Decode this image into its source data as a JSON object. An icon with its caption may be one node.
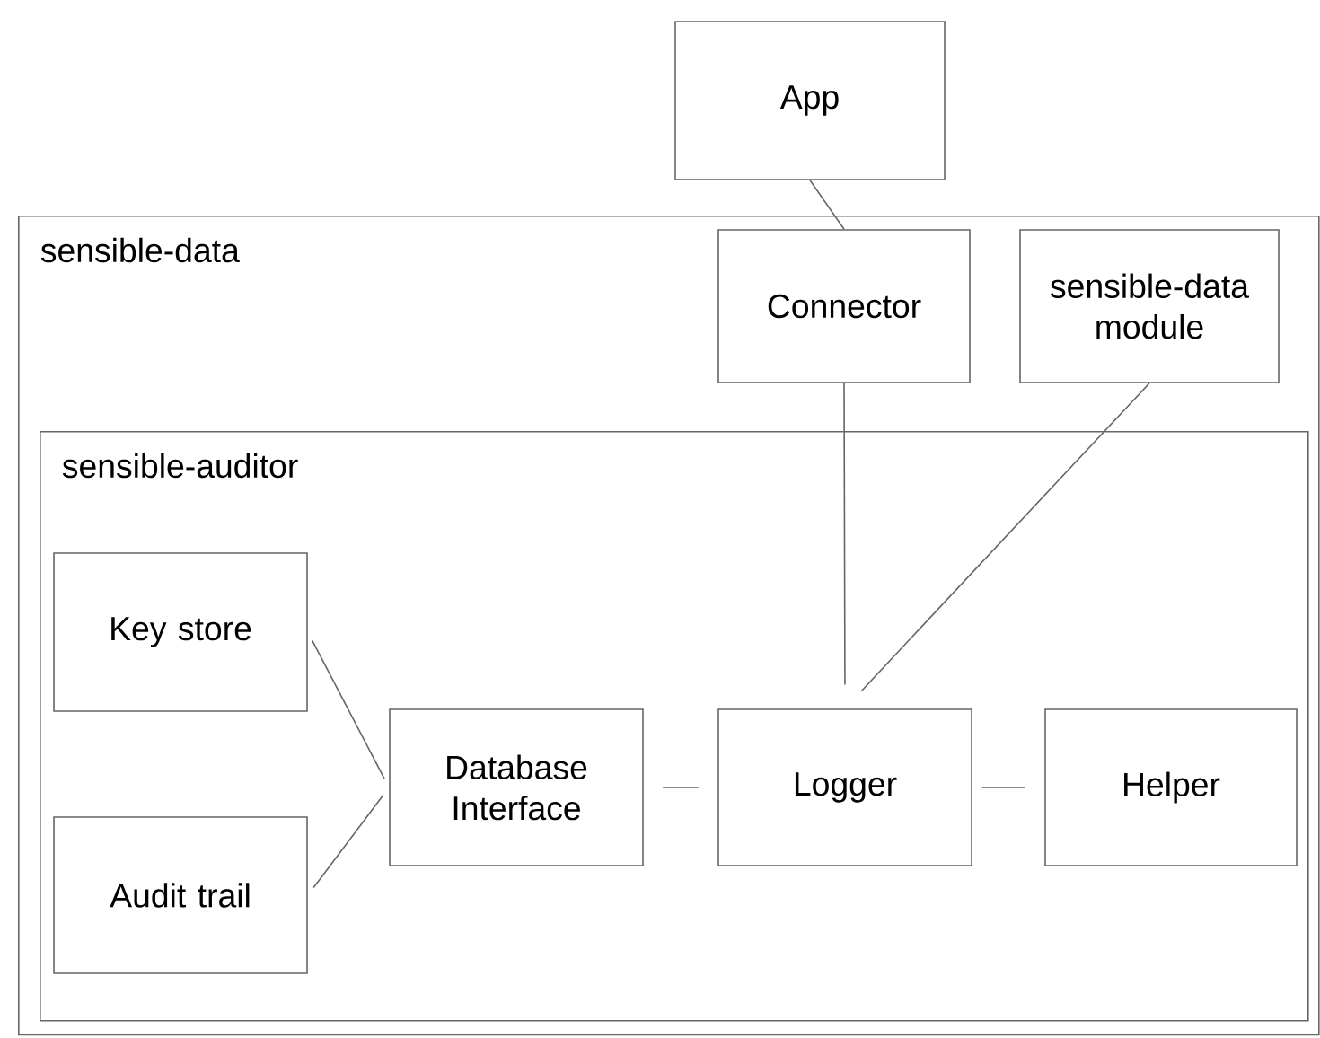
{
  "diagram": {
    "nodes": [
      {
        "text": [
          "App"
        ]
      },
      {
        "text": [
          "sensible-data"
        ]
      },
      {
        "text": [
          "Connector"
        ],
        "in": 1
      },
      {
        "text": [
          "sensible-data module"
        ],
        "in": 1
      },
      {
        "text": [
          "sensible-auditor"
        ],
        "in": 1
      },
      {
        "text": [
          "Key store"
        ],
        "in": 4
      },
      {
        "text": [
          "Audit trail"
        ],
        "in": 4
      },
      {
        "text": [
          "Database Interface"
        ],
        "in": 4
      },
      {
        "text": [
          "Logger"
        ],
        "in": 4
      },
      {
        "text": [
          "Helper"
        ],
        "in": 4
      }
    ],
    "edges": [
      {
        "from": 0,
        "to": 2,
        "arrow": "none"
      },
      {
        "from": 2,
        "to": 8,
        "arrow": "none"
      },
      {
        "from": 3,
        "to": 8,
        "arrow": "none"
      },
      {
        "from": 5,
        "to": 7,
        "arrow": "none"
      },
      {
        "from": 6,
        "to": 7,
        "arrow": "none"
      },
      {
        "from": 7,
        "to": 8,
        "arrow": "none"
      },
      {
        "from": 8,
        "to": 9,
        "arrow": "none"
      }
    ]
  }
}
